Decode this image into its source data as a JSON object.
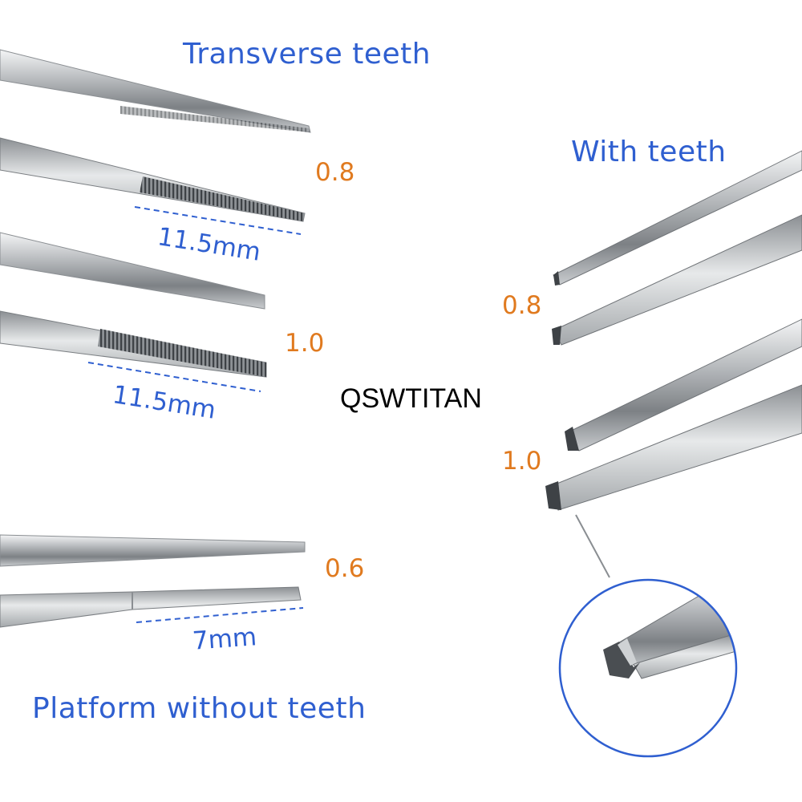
{
  "labels": {
    "transverse_title": "Transverse teeth",
    "with_teeth_title": "With teeth",
    "platform_title": "Platform without teeth",
    "brand": "QSWTITAN",
    "size_08_left": "0.8",
    "size_10_left": "1.0",
    "size_06": "0.6",
    "size_08_right": "0.8",
    "size_10_right": "1.0",
    "dim_1": "11.5mm",
    "dim_2": "11.5mm",
    "dim_3": "7mm"
  },
  "colors": {
    "title_blue": "#2f5fd0",
    "size_orange": "#e07a1f",
    "steel_light": "#d9dcde",
    "steel_dark": "#6c7074"
  }
}
